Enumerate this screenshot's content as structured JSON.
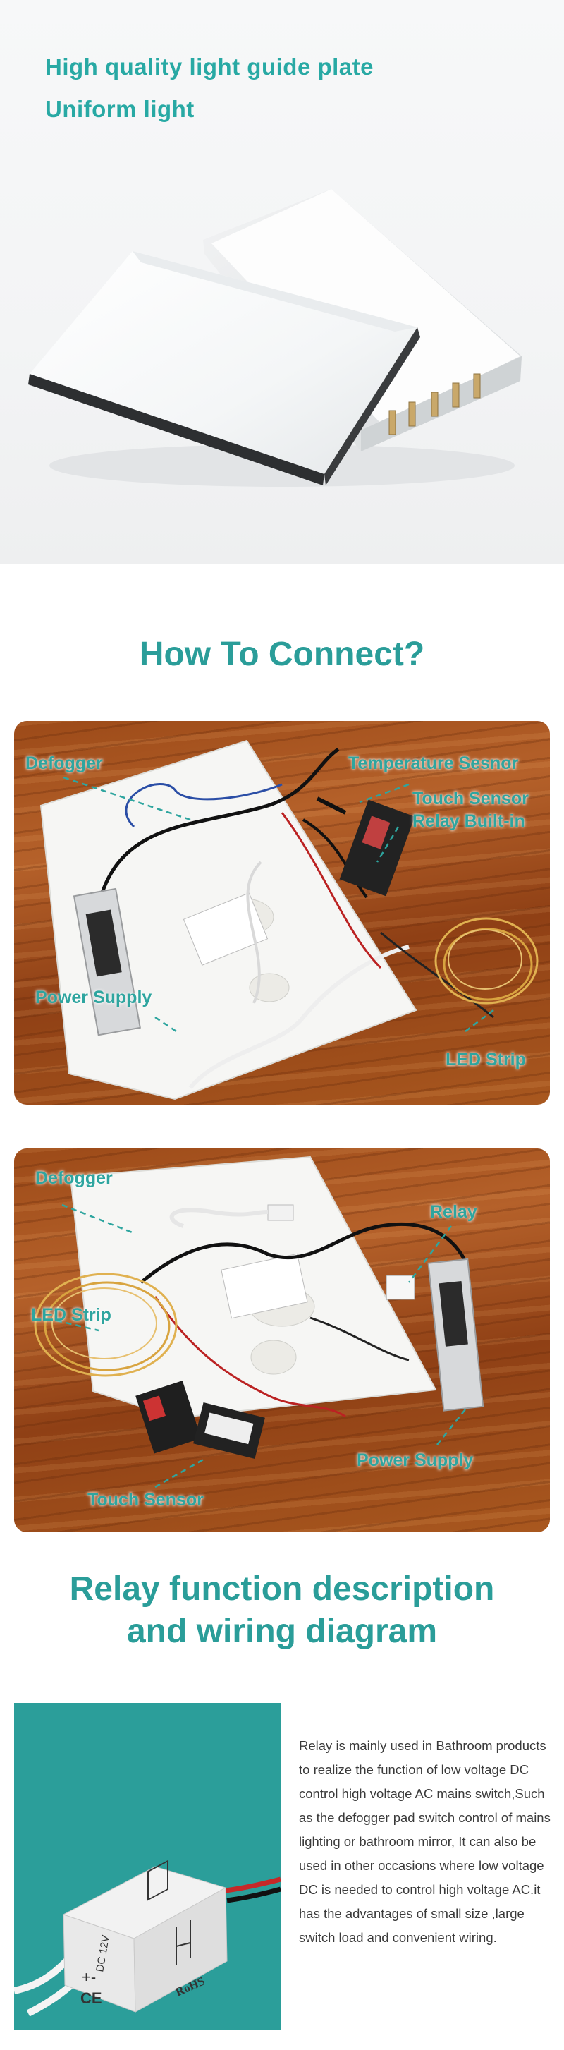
{
  "hero": {
    "line1": "High quality light guide plate",
    "line2": "Uniform light"
  },
  "connect": {
    "title": "How To Connect?"
  },
  "photo1": {
    "labels": {
      "defogger": "Defogger",
      "temperature": "Temperature Sesnor",
      "touch_sensor": "Touch Sensor",
      "relay_builtin": "Relay Built-in",
      "power_supply": "Power Supply",
      "led_strip": "LED Strip"
    }
  },
  "photo2": {
    "labels": {
      "defogger": "Defogger",
      "relay": "Relay",
      "led_strip": "LED Strip",
      "power_supply": "Power Supply",
      "touch_sensor": "Touch Sensor"
    }
  },
  "relay_section": {
    "title_line1": "Relay function description",
    "title_line2": "and wiring diagram",
    "description": "Relay is mainly used in Bathroom products to realize the function of low voltage DC control high voltage AC mains switch,Such as the defogger pad switch control of mains lighting or bathroom mirror, It can also be used in other occasions where low voltage DC is needed to control high voltage AC.it has the advantages of small size ,large switch load and convenient wiring.",
    "device_text": {
      "voltage": "DC 12V",
      "rohs": "RoHS",
      "ce": "CE",
      "polarity": "+-"
    }
  },
  "colors": {
    "accent": "#2a9d99",
    "relay_bg": "#2b9e9a"
  }
}
